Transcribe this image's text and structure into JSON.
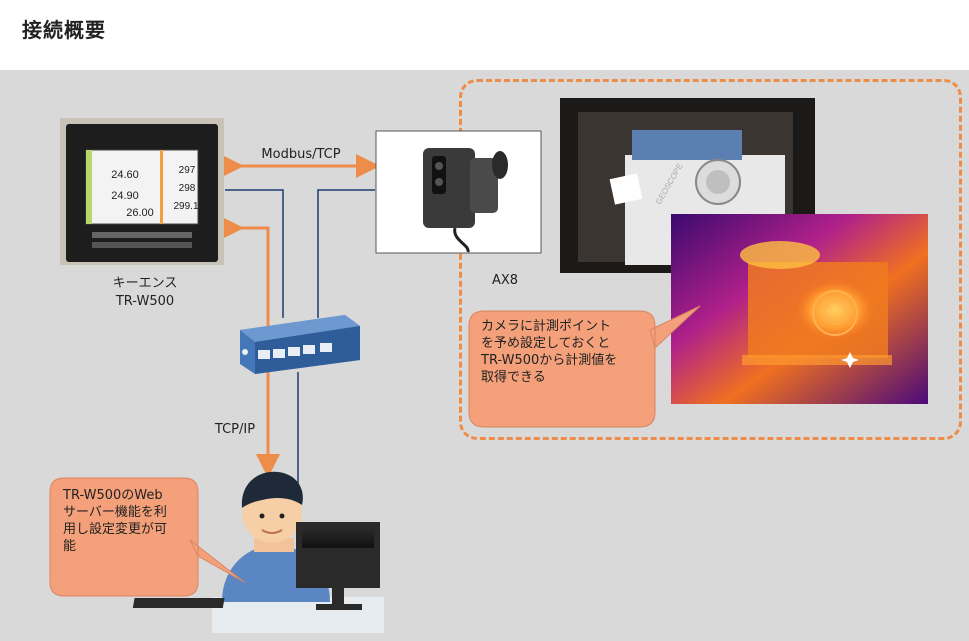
{
  "header": {
    "title": "接続概要"
  },
  "recorder": {
    "name_line1": "キーエンス",
    "name_line2": "TR-W500",
    "screen_values": [
      "24.60",
      "24.90",
      "26.00",
      "297",
      "298",
      "299.1"
    ]
  },
  "camera": {
    "name": "AX8"
  },
  "links": {
    "modbus": "Modbus/TCP",
    "tcpip": "TCP/IP"
  },
  "callouts": {
    "camera_note": [
      "カメラに計測ポイント",
      "を予め設定しておくと",
      "TR-W500から計測値を",
      "取得できる"
    ],
    "web_note": [
      "TR-W500のWeb",
      "サーバー機能を利",
      "用し設定変更が可",
      "能"
    ]
  },
  "colors": {
    "arrow": "#ee8c4a",
    "callout": "#f4a07a",
    "cable": "#1f3a6e",
    "dash": "#ee8c4a",
    "switch": "#3b6fb5"
  }
}
